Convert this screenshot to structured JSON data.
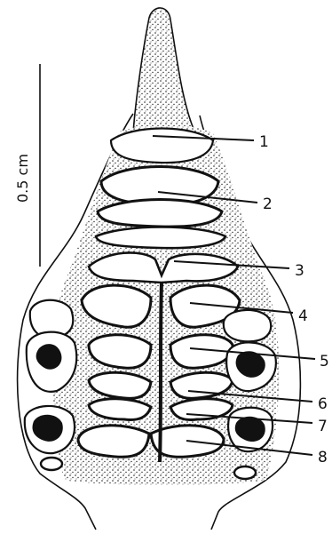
{
  "scale_bar": {
    "label": "0.5 cm"
  },
  "labels": [
    "1",
    "2",
    "3",
    "4",
    "5",
    "6",
    "7",
    "8"
  ]
}
